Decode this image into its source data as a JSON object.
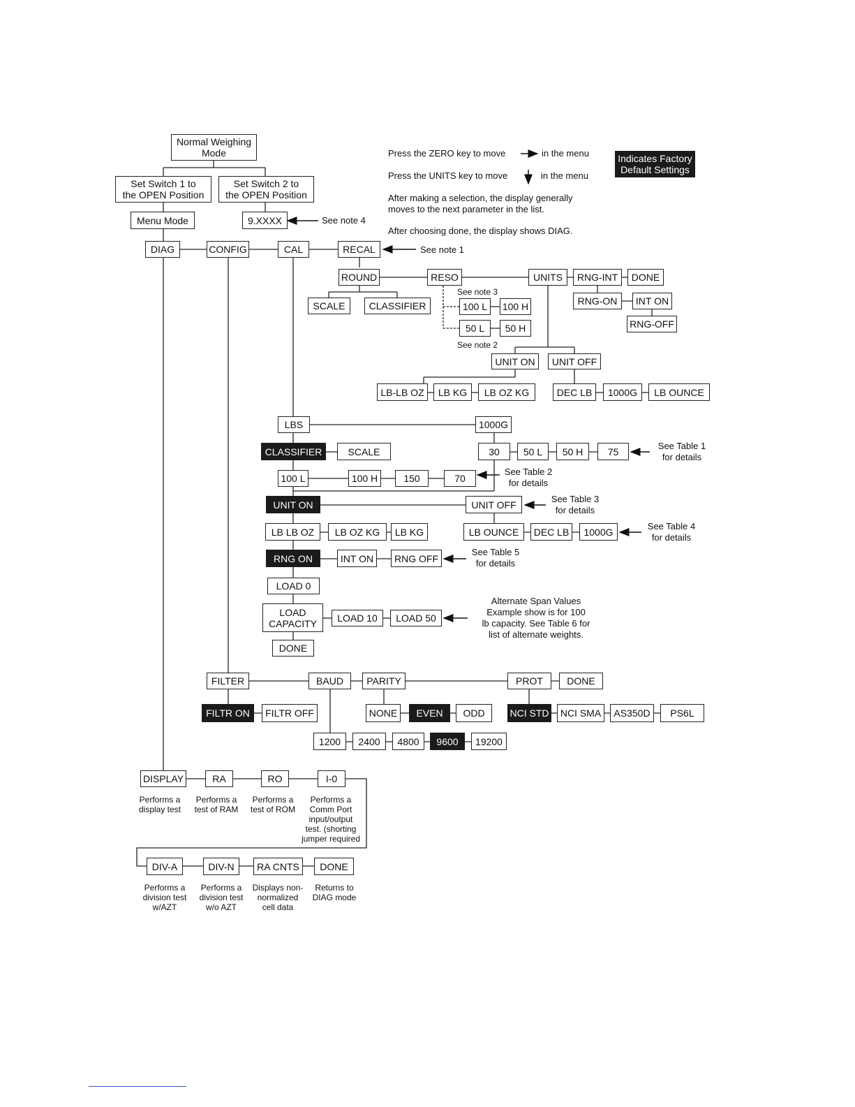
{
  "nodes": {
    "normal": "Normal Weighing\nMode",
    "sw1": "Set Switch 1 to\nthe OPEN Position",
    "sw2": "Set Switch 2 to\nthe OPEN Position",
    "menu": "Menu Mode",
    "ver": "9.XXXX",
    "diag": "DIAG",
    "config": "CONFIG",
    "cal": "CAL",
    "recal": "RECAL",
    "round": "ROUND",
    "reso": "RESO",
    "units": "UNITS",
    "rngint": "RNG-INT",
    "done1": "DONE",
    "scale1": "SCALE",
    "classifier1": "CLASSIFIER",
    "r100l": "100 L",
    "r100h": "100 H",
    "r50l": "50 L",
    "r50h": "50 H",
    "rngon1": "RNG-ON",
    "inton1": "INT ON",
    "rngoff1": "RNG-OFF",
    "uniton1": "UNIT ON",
    "unitoff1": "UNIT OFF",
    "lblboz1": "LB-LB OZ",
    "lbkg1": "LB KG",
    "lbozkg1": "LB OZ KG",
    "declb1": "DEC LB",
    "g1000a": "1000G",
    "lbounce1": "LB OUNCE",
    "lbs": "LBS",
    "g1000b": "1000G",
    "classifier2": "CLASSIFIER",
    "scale2": "SCALE",
    "n30": "30",
    "n50l": "50 L",
    "n50h": "50 H",
    "n75": "75",
    "n100l": "100 L",
    "n100h": "100 H",
    "n150": "150",
    "n70": "70",
    "uniton2": "UNIT ON",
    "unitoff2": "UNIT OFF",
    "lblboz2": "LB LB OZ",
    "lbozkg2": "LB OZ KG",
    "lbkg2": "LB KG",
    "lbounce2": "LB OUNCE",
    "declb2": "DEC LB",
    "g1000c": "1000G",
    "rngon2": "RNG ON",
    "inton2": "INT ON",
    "rngoff2": "RNG OFF",
    "load0": "LOAD 0",
    "loadcap": "LOAD\nCAPACITY",
    "load10": "LOAD 10",
    "load50": "LOAD 50",
    "done2": "DONE",
    "filter": "FILTER",
    "baud": "BAUD",
    "parity": "PARITY",
    "prot": "PROT",
    "done3": "DONE",
    "filtron": "FILTR ON",
    "filtroff": "FILTR OFF",
    "none": "NONE",
    "even": "EVEN",
    "odd": "ODD",
    "ncistd": "NCI STD",
    "ncisma": "NCI SMA",
    "as350d": "AS350D",
    "ps6l": "PS6L",
    "b1200": "1200",
    "b2400": "2400",
    "b4800": "4800",
    "b9600": "9600",
    "b19200": "19200",
    "display": "DISPLAY",
    "ra": "RA",
    "ro": "RO",
    "io": "I-0",
    "diva": "DIV-A",
    "divn": "DIV-N",
    "racnts": "RA CNTS",
    "done4": "DONE"
  },
  "notes": {
    "zero_pre": "Press the ZERO key to move",
    "zero_post": "in the menu",
    "units_pre": "Press the UNITS key to move",
    "units_post": "in the menu",
    "after_sel": "After making a selection, the display generally\nmoves to the next parameter in the list.",
    "after_done": "After choosing done, the display shows DIAG.",
    "legend": "Indicates Factory\nDefault Settings",
    "note4": "See note 4",
    "note1": "See note 1",
    "note3": "See note 3",
    "note2": "See note 2",
    "table1": "See Table 1\nfor details",
    "table2": "See Table 2\nfor details",
    "table3": "See Table 3\nfor details",
    "table4": "See Table 4\nfor details",
    "table5": "See Table 5\nfor details",
    "alt_span": "Alternate Span Values\nExample show is for 100\nlb capacity. See Table 6 for\nlist of alternate weights.",
    "d_display": "Performs a\ndisplay test",
    "d_ra": "Performs a\ntest of RAM",
    "d_ro": "Performs a\ntest of ROM",
    "d_io": "Performs a\nComm Port\ninput/output\ntest. (shorting\njumper required",
    "d_diva": "Performs a\ndivision test\nw/AZT",
    "d_divn": "Performs a\ndivision test\nw/o AZT",
    "d_racnts": "Displays non-\nnormalized\ncell data",
    "d_done": "Returns to\nDIAG mode"
  }
}
